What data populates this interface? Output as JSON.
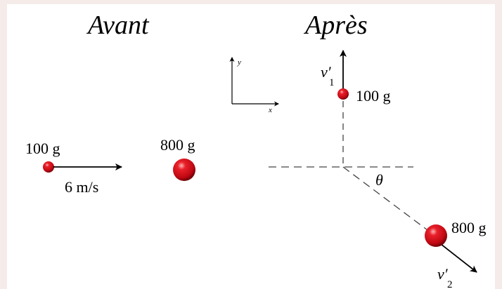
{
  "titles": {
    "before": "Avant",
    "after": "Après"
  },
  "axes": {
    "x_label": "x",
    "y_label": "y"
  },
  "before": {
    "small_ball": {
      "mass_label": "100 g"
    },
    "velocity_label": "6 m/s",
    "large_ball": {
      "mass_label": "800 g"
    }
  },
  "after": {
    "small_ball": {
      "mass_label": "100 g",
      "velocity": {
        "symbol": "v′",
        "subscript": "1"
      }
    },
    "large_ball": {
      "mass_label": "800 g",
      "velocity": {
        "symbol": "v′",
        "subscript": "2"
      }
    },
    "angle_label": "θ"
  },
  "colors": {
    "ball_red": "#d0101a",
    "ball_dark": "#7a0008",
    "ball_highlight": "#ff9a9a",
    "line": "#000000",
    "dash": "#444444"
  }
}
